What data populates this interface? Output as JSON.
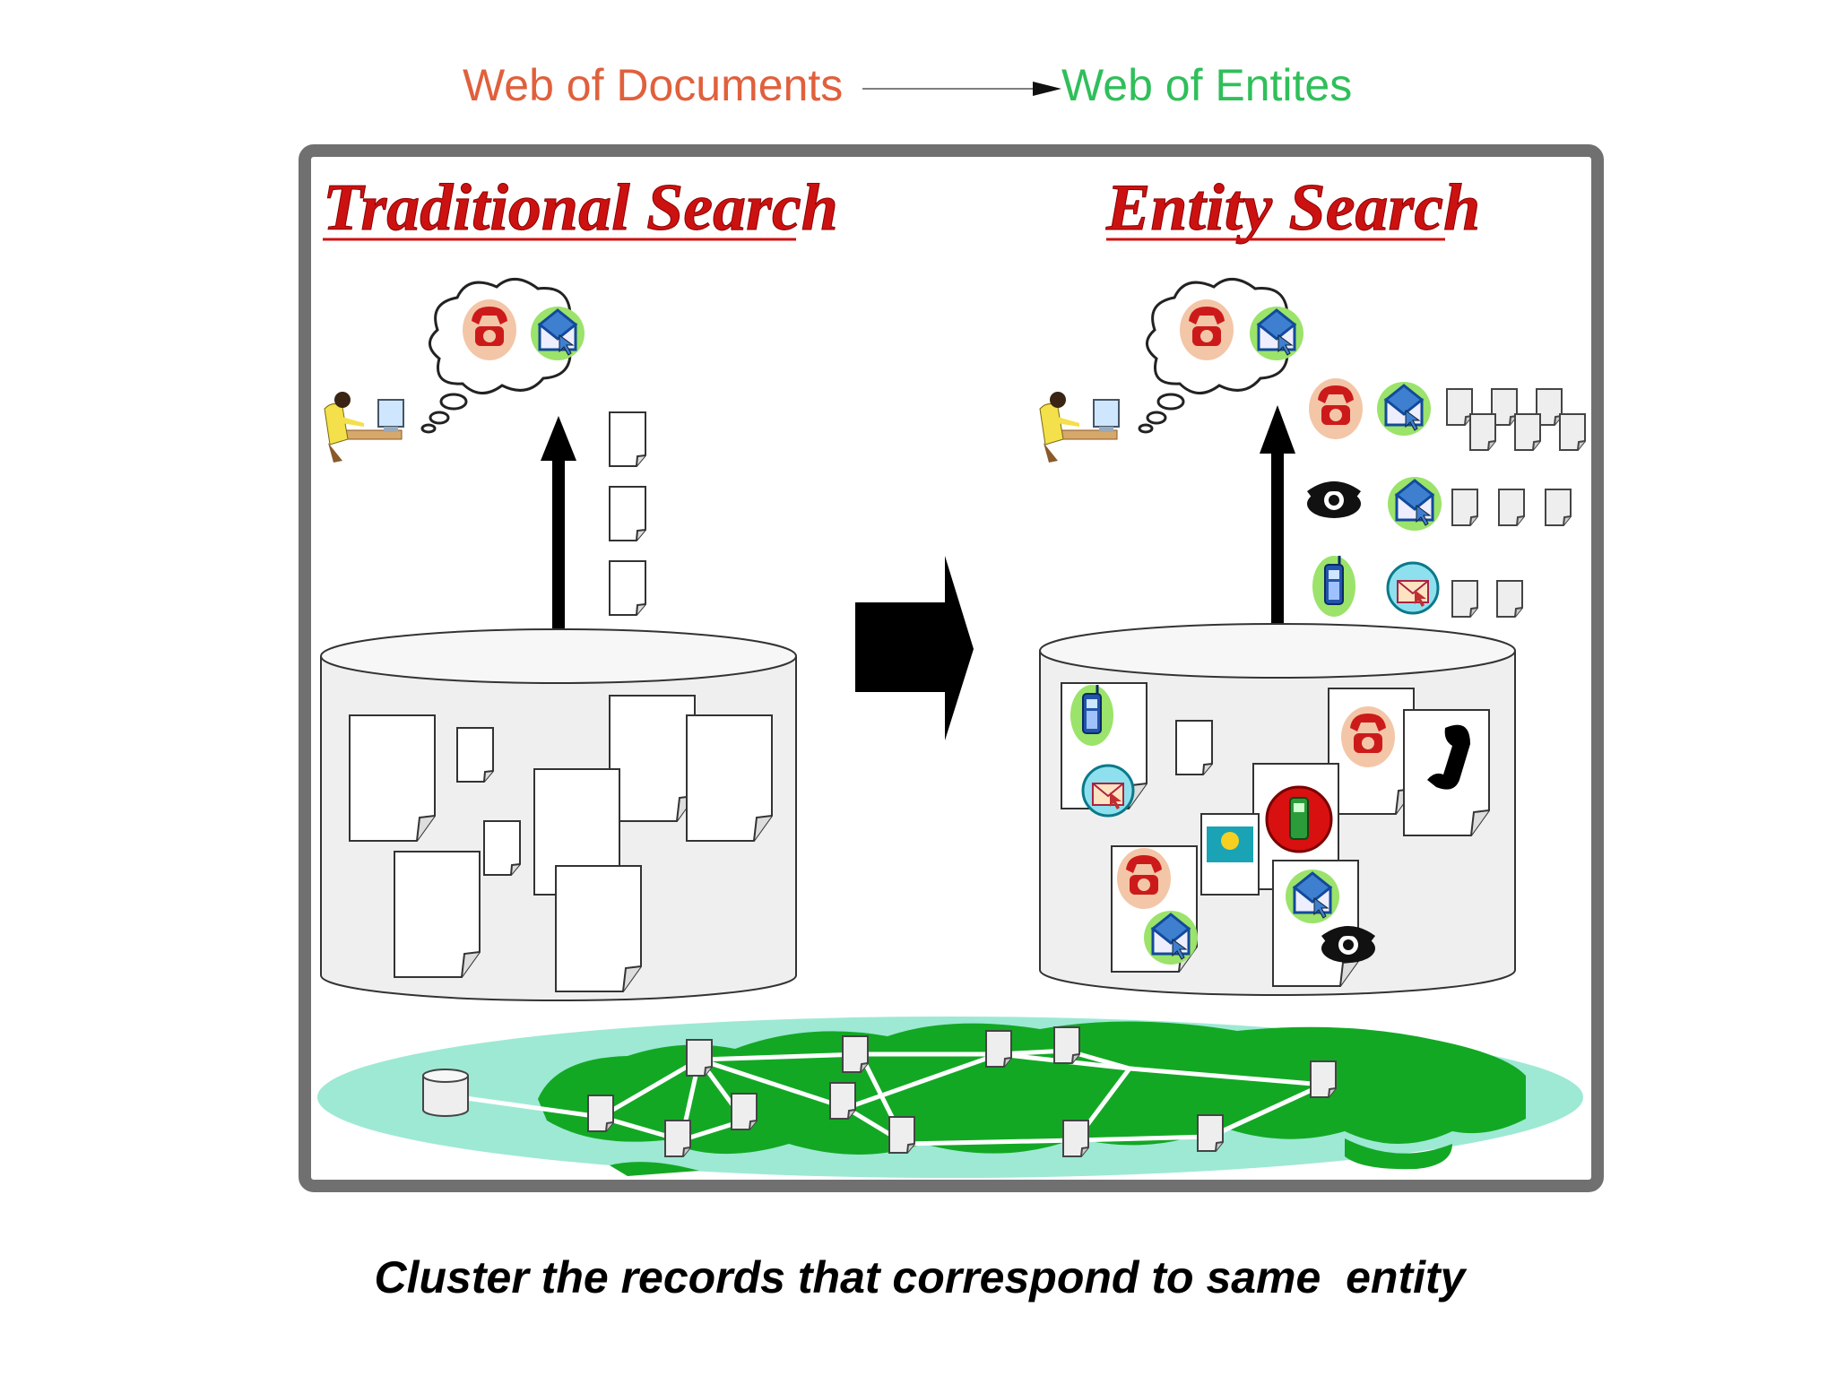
{
  "header": {
    "left_label": "Web of Documents",
    "right_label": "Web of Entites",
    "left_color": "#e0603c",
    "right_color": "#2fbf5a"
  },
  "panels": {
    "left_title": "Traditional Search",
    "right_title": "Entity Search",
    "title_color": "#cc1111"
  },
  "caption": "Cluster the records that correspond to same  entity"
}
